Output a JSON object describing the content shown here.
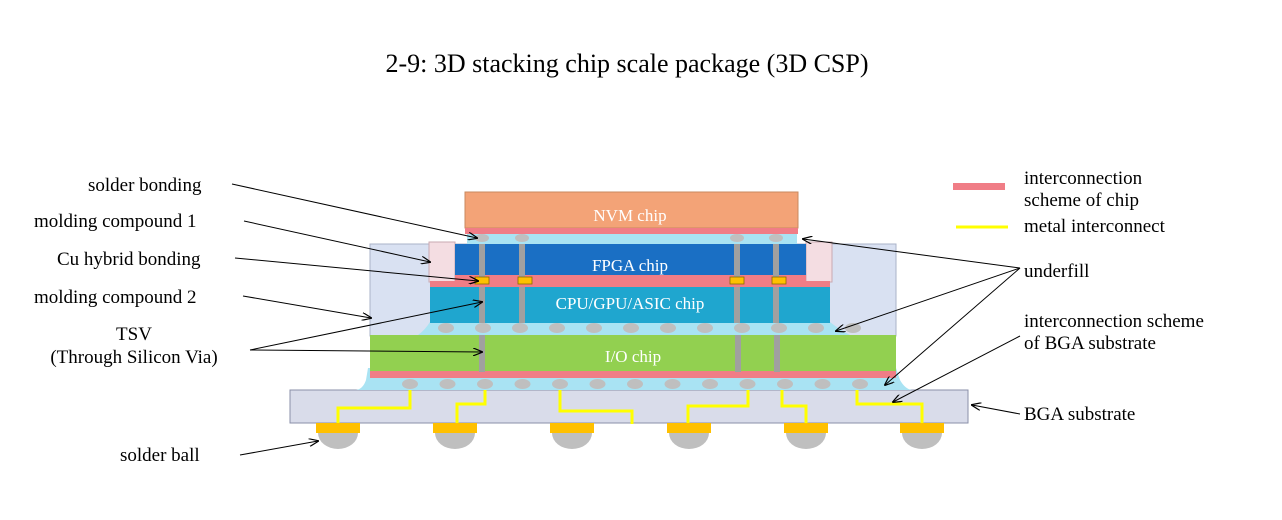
{
  "title": "2-9: 3D stacking chip scale package (3D CSP)",
  "chips": {
    "nvm": "NVM chip",
    "fpga": "FPGA chip",
    "cpu": "CPU/GPU/ASIC chip",
    "io": "I/O chip"
  },
  "left_labels": {
    "solder_bonding": "solder bonding",
    "molding_compound_1": "molding compound 1",
    "cu_hybrid_bonding": "Cu hybrid bonding",
    "molding_compound_2": "molding compound 2",
    "tsv_line1": "TSV",
    "tsv_line2": "(Through Silicon Via)",
    "solder_ball": "solder ball"
  },
  "legend": {
    "interconnection_line1": "interconnection",
    "interconnection_line2": "scheme of chip",
    "metal_interconnect": "metal interconnect"
  },
  "right_labels": {
    "underfill": "underfill",
    "bga_scheme_line1": "interconnection scheme",
    "bga_scheme_line2": "of BGA substrate",
    "bga_substrate": "BGA substrate"
  },
  "colors": {
    "nvm": "#f3a377",
    "fpga": "#1a6fc4",
    "cpu": "#1fa6cf",
    "io": "#92d050",
    "interconnection_scheme": "#f07d86",
    "metal_interconnect": "#ffff00",
    "underfill": "#a9e3f3",
    "molding": "#d9e1f2",
    "molding_1_block": "#f4dde2",
    "tsv": "#a0a0a0",
    "solder": "#bfbfbf",
    "cu_pad": "#ffc000",
    "bga_substrate": "#d9dcea"
  }
}
